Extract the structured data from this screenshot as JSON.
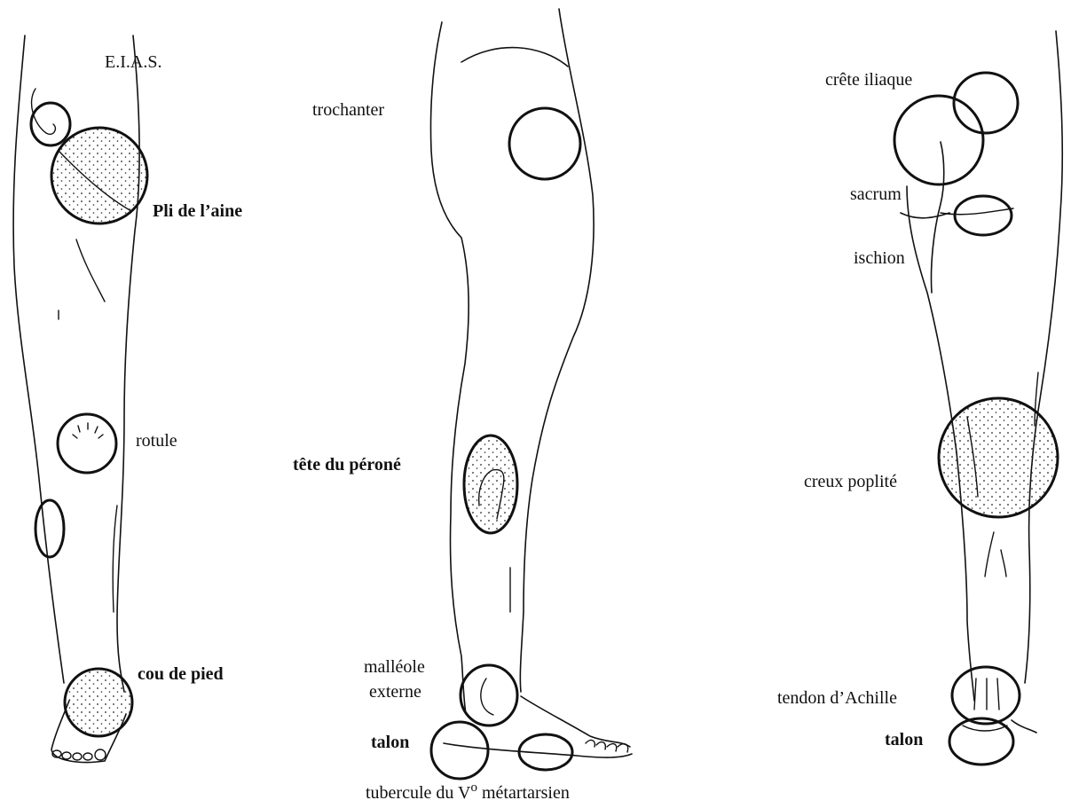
{
  "labels": {
    "front": {
      "eias": "E.I.A.S.",
      "pli_aine": "Pli de l’aine",
      "rotule": "rotule",
      "cou_de_pied": "cou de pied"
    },
    "side": {
      "trochanter": "trochanter",
      "tete_perone": "tête du péroné",
      "malleole_line1": "malléole",
      "malleole_line2": "externe",
      "talon": "talon",
      "tubercule_prefix": "tubercule du V",
      "tubercule_sup": "o",
      "tubercule_suffix": " métartarsien"
    },
    "back": {
      "crete_iliaque": "crête iliaque",
      "sacrum": "sacrum",
      "ischion": "ischion",
      "creux_poplite": "creux poplité",
      "tendon_achille": "tendon d’Achille",
      "talon": "talon"
    }
  }
}
